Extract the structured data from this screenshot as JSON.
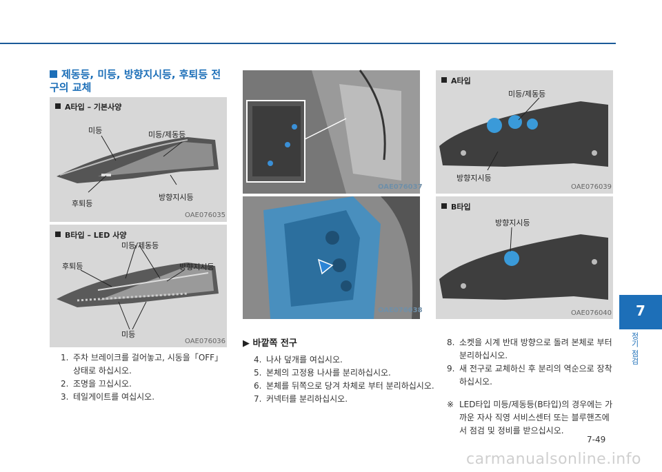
{
  "section": {
    "title": "제동등, 미등, 방향지시등, 후퇴등 전구의 교체"
  },
  "panels": {
    "a_basic": {
      "label": "A타입 – 기본사양",
      "callouts": [
        "미등",
        "미등/제동등",
        "후퇴등",
        "방향지시등"
      ],
      "code": "OAE076035"
    },
    "b_led": {
      "label": "B타입 – LED 사양",
      "callouts": [
        "미등/제동등",
        "후퇴등",
        "방향지시등",
        "미등"
      ],
      "code": "OAE076036"
    },
    "a_type": {
      "label": "A타입",
      "callouts": [
        "미등/제동등",
        "방향지시등"
      ],
      "code": "OAE076039"
    },
    "b_type": {
      "label": "B타입",
      "callouts": [
        "방향지시등"
      ],
      "code": "OAE076040"
    }
  },
  "images": {
    "top_code": "OAE076037",
    "bottom_code": "OAE076038"
  },
  "steps_left": [
    {
      "n": "1.",
      "text": "주차 브레이크를 걸어놓고, 시동을「OFF」상태로 하십시오."
    },
    {
      "n": "2.",
      "text": "조명을 끄십시오."
    },
    {
      "n": "3.",
      "text": "테일게이트를 여십시오."
    }
  ],
  "sub_section": {
    "title": "▶ 바깥쪽 전구"
  },
  "steps_mid": [
    {
      "n": "4.",
      "text": "나사 덮개를 여십시오."
    },
    {
      "n": "5.",
      "text": "본체의 고정용 나사를 분리하십시오."
    },
    {
      "n": "6.",
      "text": "본체를 뒤쪽으로 당겨 차체로 부터 분리하십시오."
    },
    {
      "n": "7.",
      "text": "커넥터를 분리하십시오."
    }
  ],
  "steps_right": [
    {
      "n": "8.",
      "text": "소켓을 시계 반대 방향으로 돌려 본체로 부터 분리하십시오."
    },
    {
      "n": "9.",
      "text": "새 전구로 교체하신 후 분리의 역순으로 장착하십시오."
    }
  ],
  "note": {
    "mark": "※",
    "text": "LED타입 미등/제동등(B타입)의 경우에는 가까운 자사 직영 서비스센터 또는 블루핸즈에서 점검 및 정비를 받으십시오."
  },
  "chapter_tab": {
    "number": "7",
    "label": "정기 점검"
  },
  "page_number": "7-49",
  "watermark": "carmanualsonline.info"
}
